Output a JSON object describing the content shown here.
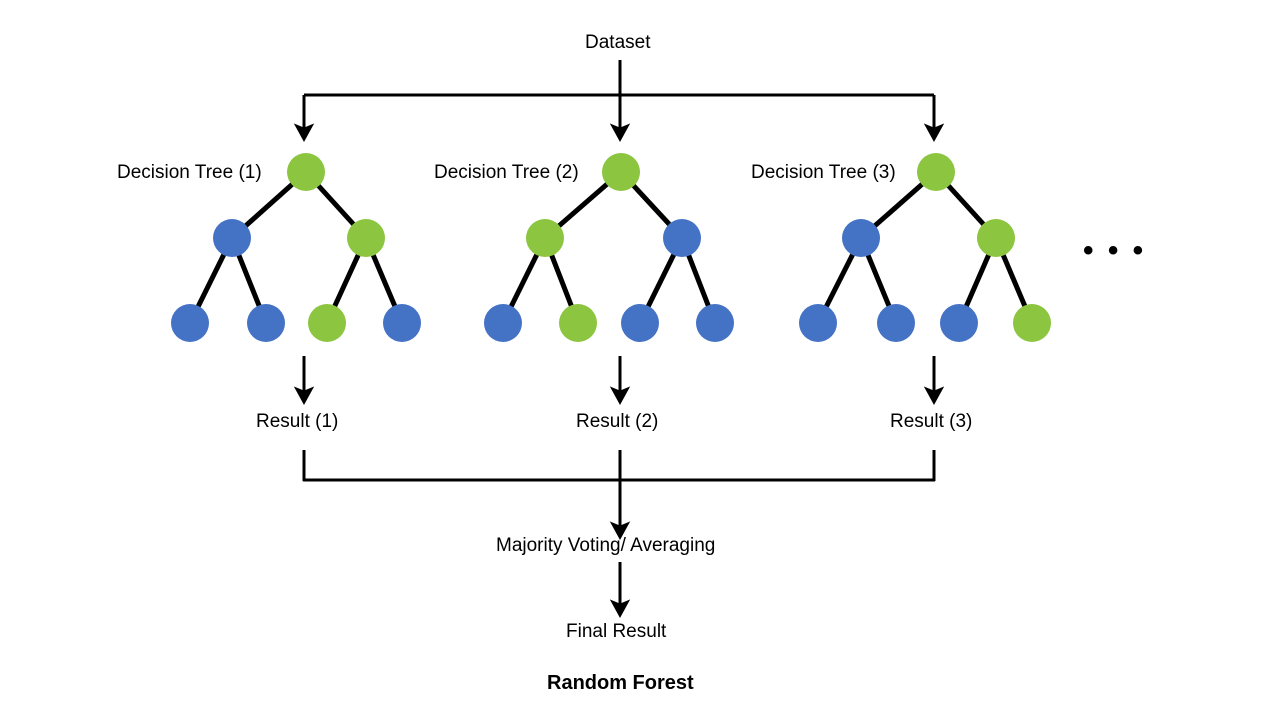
{
  "diagram": {
    "title": "Random Forest",
    "background_color": "#ffffff",
    "line_color": "#000000",
    "node_colors": {
      "green": "#8CC540",
      "blue": "#4472C4"
    },
    "top_label": "Dataset",
    "aggregation_label": "Majority Voting/ Averaging",
    "final_label": "Final Result",
    "ellipsis": "• • •",
    "trees": [
      {
        "label": "Decision Tree (1)",
        "result_label": "Result (1)",
        "root": "green",
        "mid": [
          "blue",
          "green"
        ],
        "leaves": [
          "blue",
          "blue",
          "green",
          "blue"
        ]
      },
      {
        "label": "Decision Tree (2)",
        "result_label": "Result (2)",
        "root": "green",
        "mid": [
          "green",
          "blue"
        ],
        "leaves": [
          "blue",
          "green",
          "blue",
          "blue"
        ]
      },
      {
        "label": "Decision Tree (3)",
        "result_label": "Result (3)",
        "root": "green",
        "mid": [
          "blue",
          "green"
        ],
        "leaves": [
          "blue",
          "blue",
          "blue",
          "green"
        ]
      }
    ]
  }
}
